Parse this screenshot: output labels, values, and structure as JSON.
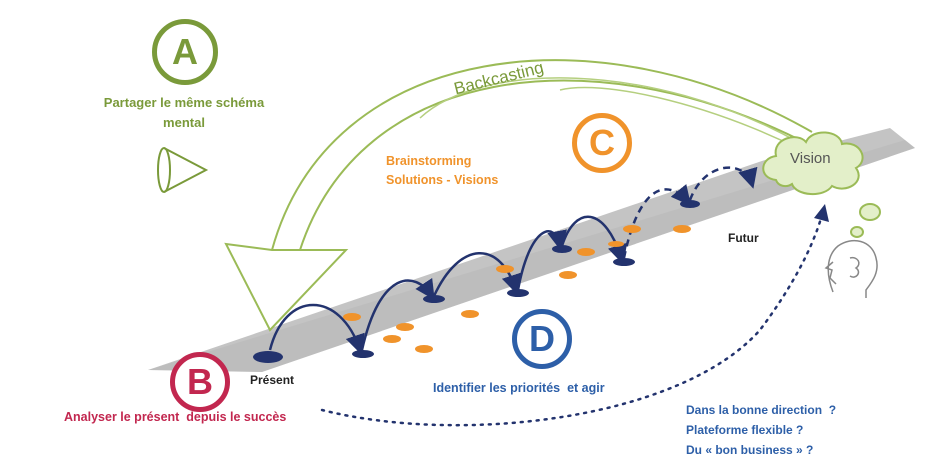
{
  "colors": {
    "green": "#7a9a3a",
    "orange": "#f0932b",
    "red": "#c2274f",
    "navy": "#23336e",
    "blue": "#2d5fa8",
    "road": "#bdbdbd",
    "cloud": "#e3efc9"
  },
  "section_a": {
    "letter": "A",
    "text_line1": "Partager le même schéma",
    "text_line2": "mental"
  },
  "section_b": {
    "letter": "B",
    "text": "Analyser le présent  depuis le succès"
  },
  "section_c": {
    "letter": "C",
    "text_line1": "Brainstorming",
    "text_line2": "Solutions  - Visions"
  },
  "section_d": {
    "letter": "D",
    "text": "Identifier les priorités  et agir"
  },
  "labels": {
    "backcasting": "Backcasting",
    "vision": "Vision",
    "futur": "Futur",
    "present": "Présent"
  },
  "questions": [
    "Dans la bonne direction  ?",
    "Plateforme flexible ?",
    "Du « bon business » ?"
  ],
  "icons": [
    "eye-cone-icon",
    "thinking-head-icon",
    "vision-cloud-icon"
  ]
}
